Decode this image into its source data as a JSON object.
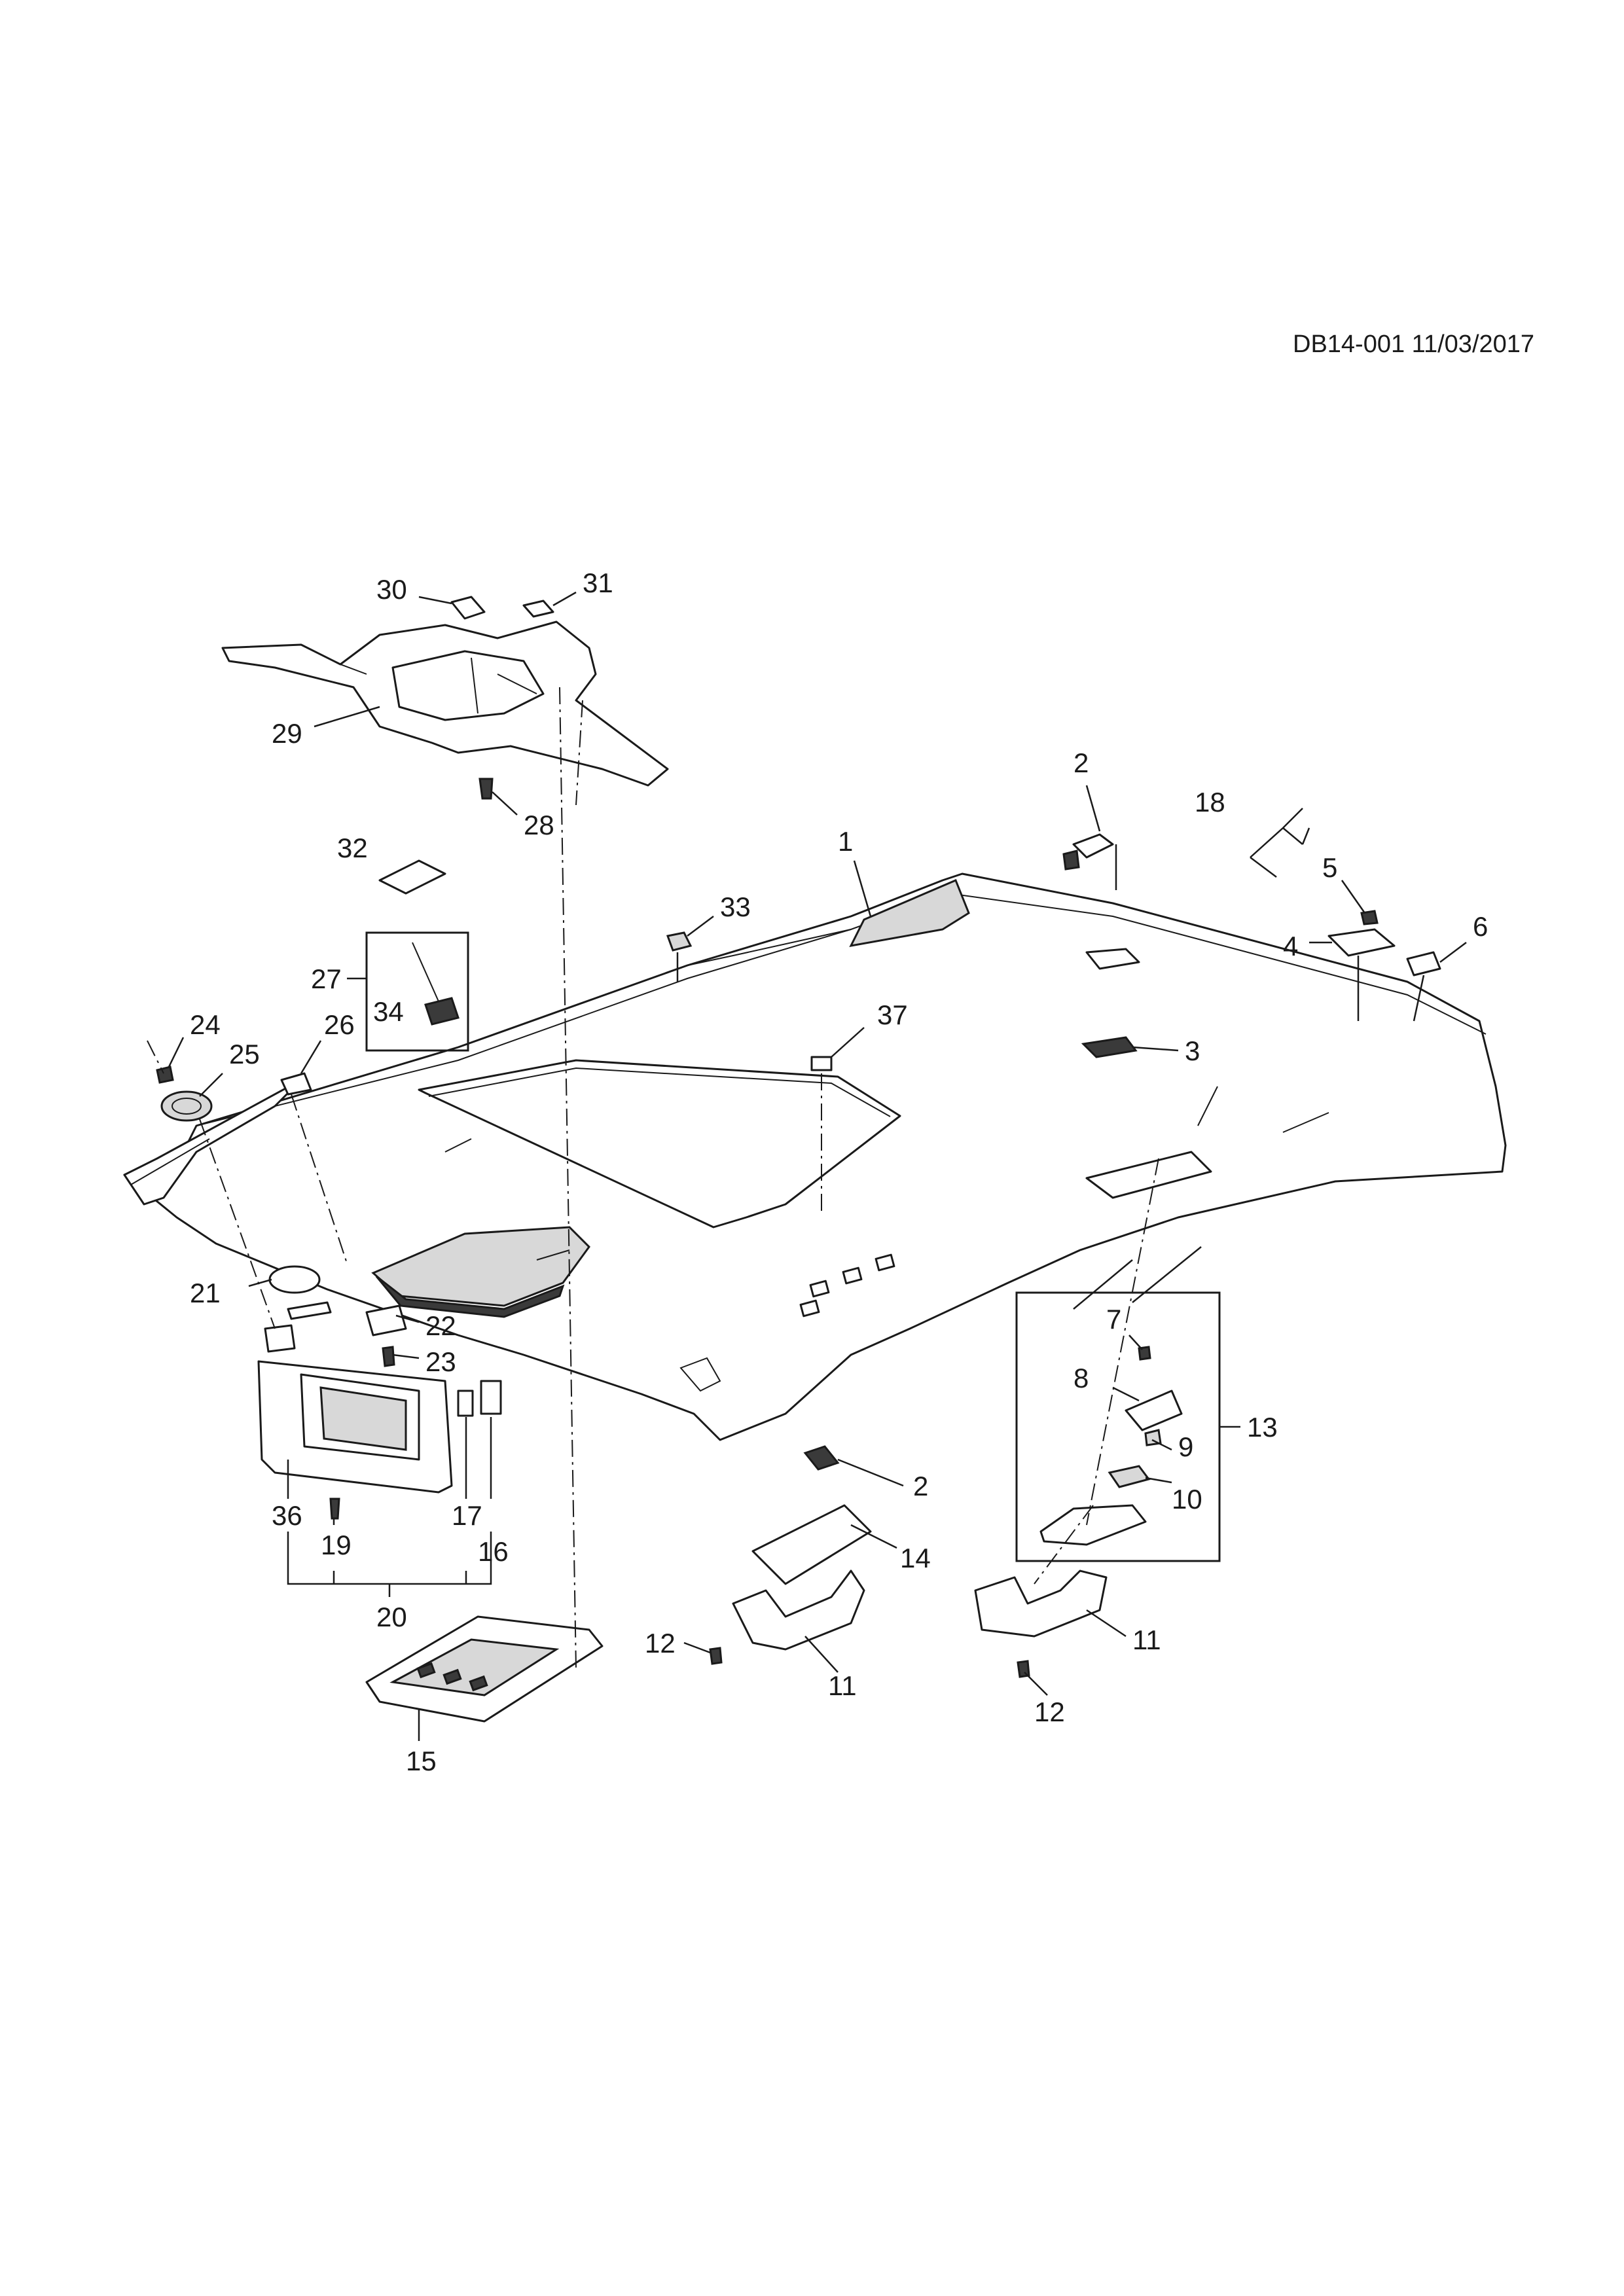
{
  "header": {
    "reference": "DB14-001 11/03/2017"
  },
  "callouts": [
    {
      "id": "c1",
      "label": "1"
    },
    {
      "id": "c2a",
      "label": "2"
    },
    {
      "id": "c2b",
      "label": "2"
    },
    {
      "id": "c3",
      "label": "3"
    },
    {
      "id": "c4",
      "label": "4"
    },
    {
      "id": "c5",
      "label": "5"
    },
    {
      "id": "c6",
      "label": "6"
    },
    {
      "id": "c7",
      "label": "7"
    },
    {
      "id": "c8",
      "label": "8"
    },
    {
      "id": "c9",
      "label": "9"
    },
    {
      "id": "c10",
      "label": "10"
    },
    {
      "id": "c11a",
      "label": "11"
    },
    {
      "id": "c11b",
      "label": "11"
    },
    {
      "id": "c12a",
      "label": "12"
    },
    {
      "id": "c12b",
      "label": "12"
    },
    {
      "id": "c13",
      "label": "13"
    },
    {
      "id": "c14",
      "label": "14"
    },
    {
      "id": "c15",
      "label": "15"
    },
    {
      "id": "c16",
      "label": "16"
    },
    {
      "id": "c17",
      "label": "17"
    },
    {
      "id": "c18",
      "label": "18"
    },
    {
      "id": "c19",
      "label": "19"
    },
    {
      "id": "c20",
      "label": "20"
    },
    {
      "id": "c21",
      "label": "21"
    },
    {
      "id": "c22",
      "label": "22"
    },
    {
      "id": "c23",
      "label": "23"
    },
    {
      "id": "c24",
      "label": "24"
    },
    {
      "id": "c25",
      "label": "25"
    },
    {
      "id": "c26",
      "label": "26"
    },
    {
      "id": "c27",
      "label": "27"
    },
    {
      "id": "c28",
      "label": "28"
    },
    {
      "id": "c29",
      "label": "29"
    },
    {
      "id": "c30",
      "label": "30"
    },
    {
      "id": "c31",
      "label": "31"
    },
    {
      "id": "c32",
      "label": "32"
    },
    {
      "id": "c33",
      "label": "33"
    },
    {
      "id": "c34",
      "label": "34"
    },
    {
      "id": "c36",
      "label": "36"
    },
    {
      "id": "c37",
      "label": "37"
    }
  ]
}
